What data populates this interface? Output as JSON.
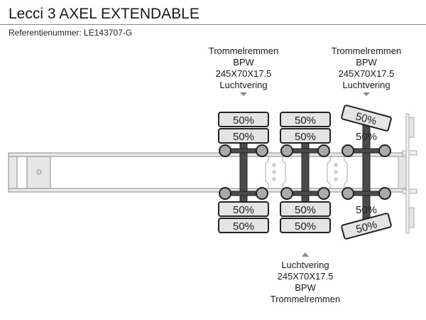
{
  "header": {
    "title": "Lecci 3 AXEL EXTENDABLE",
    "reference_label": "Referentienummer: LE143707-G"
  },
  "specs_top": [
    {
      "lines": [
        "Trommelremmen",
        "BPW",
        "245X70X17.5",
        "Luchtvering"
      ]
    },
    {
      "lines": [
        "Trommelremmen",
        "BPW",
        "245X70X17.5",
        "Luchtvering"
      ]
    }
  ],
  "specs_bottom": [
    {
      "lines": [
        "Luchtvering",
        "245X70X17.5",
        "BPW",
        "Trommelremmen"
      ]
    }
  ],
  "axles": [
    {
      "type": "fixed",
      "tires": [
        "50%",
        "50%",
        "50%",
        "50%"
      ]
    },
    {
      "type": "fixed",
      "tires": [
        "50%",
        "50%",
        "50%",
        "50%"
      ]
    },
    {
      "type": "steering",
      "tires": [
        "50%",
        "50%",
        "50%",
        "50%"
      ]
    }
  ],
  "colors": {
    "tire_fill": "#e4e4e4",
    "axle_dark": "#4a4a4a",
    "hub_fill": "#aaaaaa",
    "frame_fill": "#e6e6e6",
    "frame_stroke": "#888888",
    "marker": "#888888"
  }
}
